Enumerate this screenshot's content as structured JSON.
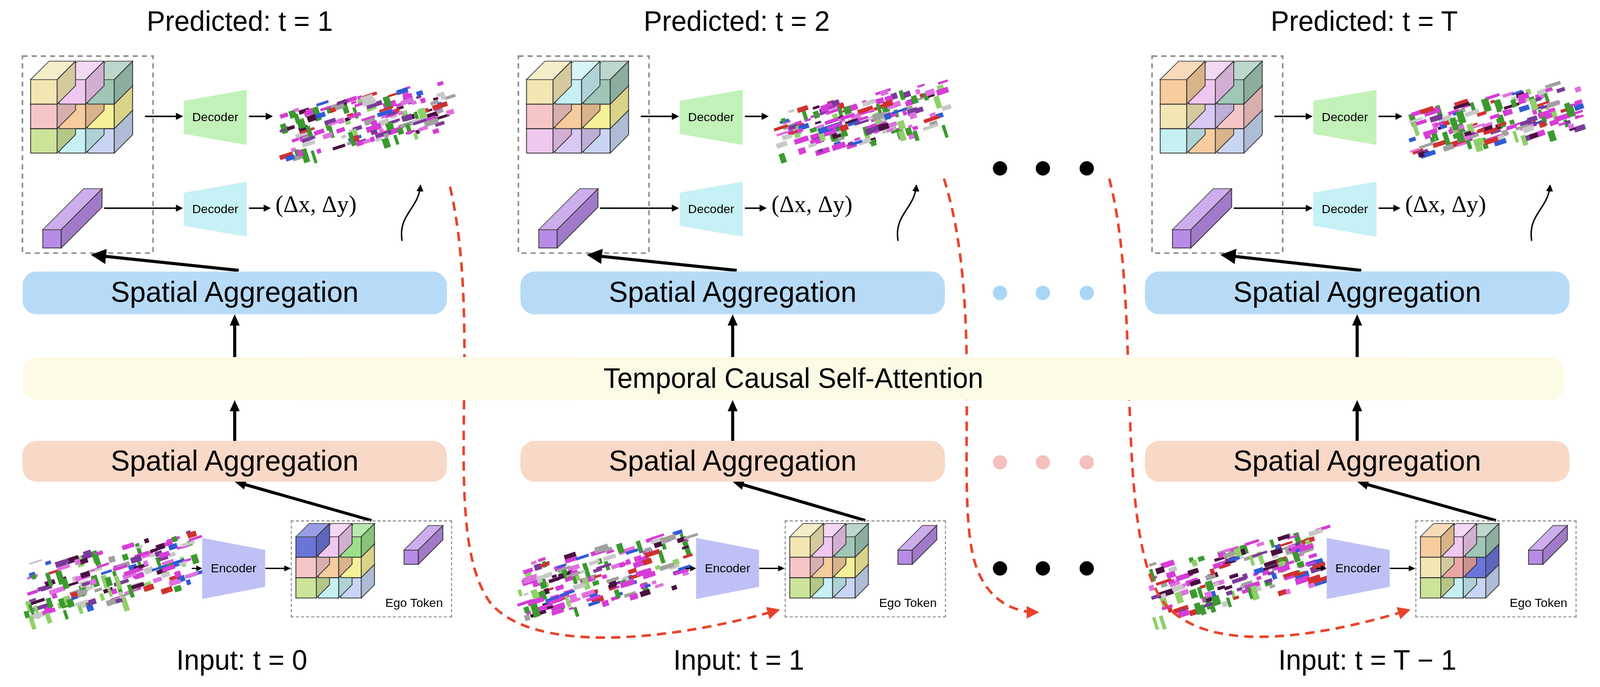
{
  "diagram": {
    "nodes": [
      {
        "text": [
          "Decoder"
        ]
      },
      {
        "text": [
          "Decoder"
        ]
      },
      {
        "text": [
          "Decoder"
        ]
      },
      {
        "text": [
          "Decoder"
        ]
      },
      {
        "text": [
          "Decoder"
        ]
      },
      {
        "text": [
          "Decoder"
        ]
      },
      {
        "text": [
          "Spatial Aggregation"
        ]
      },
      {
        "text": [
          "Spatial Aggregation"
        ]
      },
      {
        "text": [
          "Spatial Aggregation"
        ]
      },
      {
        "text": [
          "Temporal Causal Self-Attention"
        ]
      },
      {
        "text": [
          "Spatial Aggregation"
        ]
      },
      {
        "text": [
          "Spatial Aggregation"
        ]
      },
      {
        "text": [
          "Spatial Aggregation"
        ]
      },
      {
        "text": [
          "Encoder"
        ]
      },
      {
        "text": [
          "Ego Token"
        ]
      },
      {
        "text": [
          "Encoder"
        ]
      },
      {
        "text": [
          "Ego Token"
        ]
      },
      {
        "text": [
          "Encoder"
        ]
      },
      {
        "text": [
          "Ego Token"
        ]
      }
    ],
    "edges": [
      {
        "from": 13,
        "to": 14,
        "arrow": "to"
      },
      {
        "from": 15,
        "to": 16,
        "arrow": "to"
      },
      {
        "from": 17,
        "to": 18,
        "arrow": "to"
      },
      {
        "from": 14,
        "to": 10,
        "arrow": "to"
      },
      {
        "from": 16,
        "to": 11,
        "arrow": "to"
      },
      {
        "from": 18,
        "to": 12,
        "arrow": "to"
      },
      {
        "from": 10,
        "to": 9,
        "arrow": "to"
      },
      {
        "from": 11,
        "to": 9,
        "arrow": "to"
      },
      {
        "from": 12,
        "to": 9,
        "arrow": "to"
      },
      {
        "from": 9,
        "to": 6,
        "arrow": "to"
      },
      {
        "from": 9,
        "to": 7,
        "arrow": "to"
      },
      {
        "from": 9,
        "to": 8,
        "arrow": "to"
      }
    ],
    "labels": [
      "Predicted: t = 1",
      "Predicted: t = 2",
      "Predicted: t = T",
      "(Δx, Δy)",
      "(Δx, Δy)",
      "(Δx, Δy)",
      "Input: t = 0",
      "Input: t = 1",
      "Input: t = T − 1"
    ]
  }
}
